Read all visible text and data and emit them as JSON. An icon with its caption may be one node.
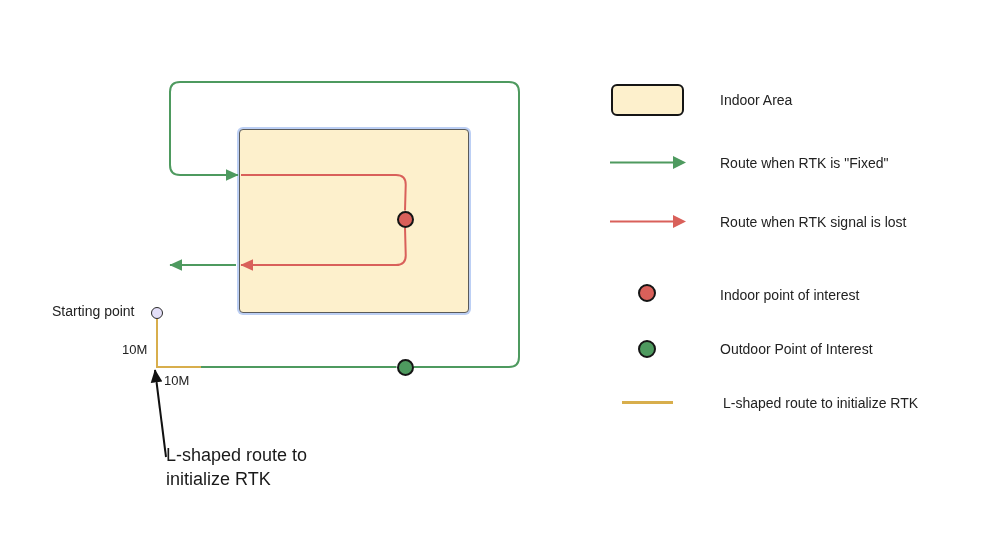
{
  "diagram": {
    "nodes": [
      {
        "text": [],
        "shape": "box"
      },
      {
        "text": [],
        "shape": "circle",
        "beside": [
          "Starting point"
        ]
      },
      {
        "text": [],
        "shape": "circle",
        "in": 0
      },
      {
        "text": [],
        "shape": "circle"
      },
      {
        "text": [
          "L-shaped route to initialize RTK"
        ]
      },
      {
        "text": [],
        "shape": "line"
      }
    ],
    "edges": [
      {
        "from": 5,
        "to": 3,
        "arrow": "none"
      },
      {
        "from": 3,
        "to": 0,
        "arrow": "to"
      },
      {
        "from": 0,
        "to": 2,
        "arrow": "none",
        "color": "#d9605a"
      },
      {
        "from": 2,
        "to": 0,
        "arrow": "to",
        "color": "#d9605a"
      },
      {
        "from": 0,
        "to": null,
        "arrow": "to"
      },
      {
        "from": 4,
        "to": 5,
        "arrow": "to",
        "color": "#111111"
      }
    ],
    "labels": [
      "10M",
      "10M"
    ],
    "legend": [
      {
        "text": "Indoor Area",
        "color": "#fdf0cc"
      },
      {
        "text": "Route when RTK is \"Fixed\""
      },
      {
        "text": "Route when RTK signal is lost"
      },
      {
        "text": "Indoor point of interest"
      },
      {
        "text": "Outdoor Point of Interest"
      },
      {
        "text": "L-shaped route to initialize RTK"
      }
    ]
  }
}
